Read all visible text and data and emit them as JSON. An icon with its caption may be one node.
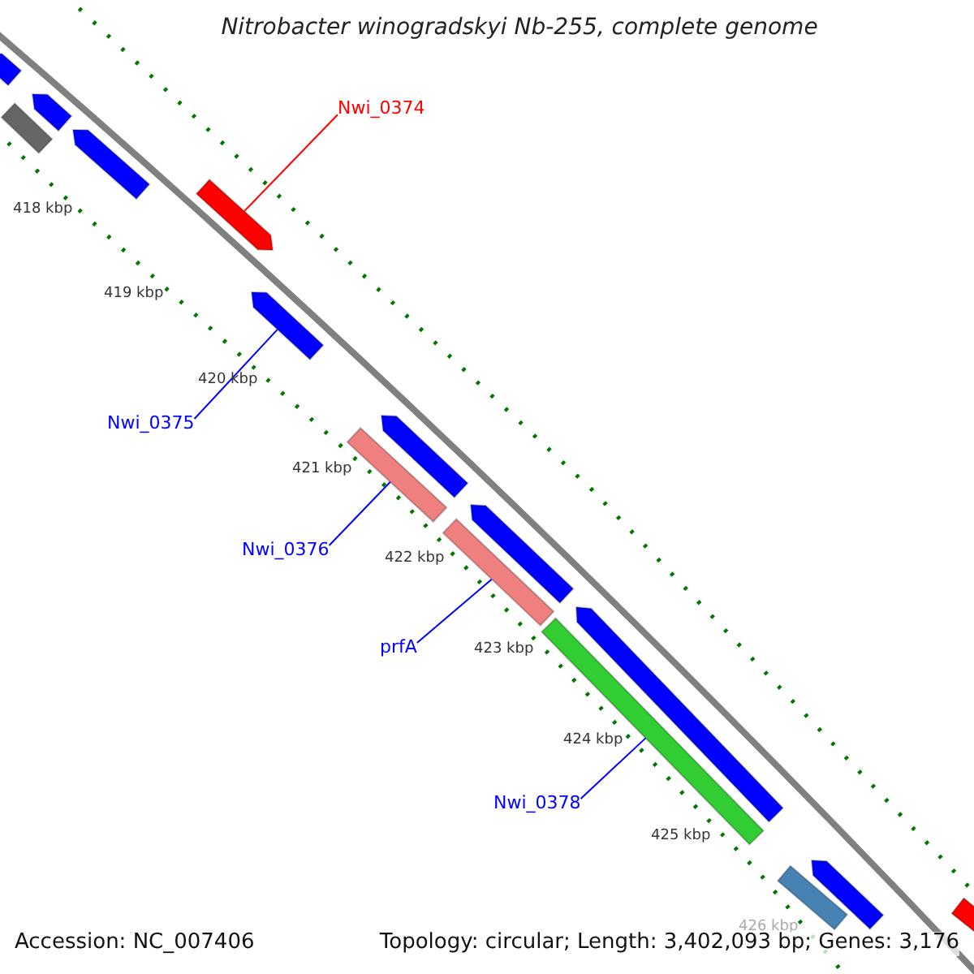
{
  "diagram": {
    "title": "Nitrobacter winogradskyi Nb-255, complete genome",
    "nodes": [
      {
        "text": [
          "Nwi_0374"
        ]
      },
      {
        "text": [],
        "shape": "arrow"
      },
      {
        "text": [
          "Nwi_0375"
        ]
      },
      {
        "text": [],
        "shape": "arrow"
      },
      {
        "text": [
          "Nwi_0376"
        ]
      },
      {
        "text": [],
        "shape": "bar"
      },
      {
        "text": [
          "prfA"
        ]
      },
      {
        "text": [],
        "shape": "bar"
      },
      {
        "text": [
          "Nwi_0378"
        ]
      },
      {
        "text": [],
        "shape": "bar"
      },
      {
        "text": [],
        "shape": "arrow"
      },
      {
        "text": [],
        "shape": "arrow"
      },
      {
        "text": [],
        "shape": "bar"
      },
      {
        "text": [],
        "shape": "arrow"
      },
      {
        "text": [],
        "shape": "arrow"
      },
      {
        "text": [],
        "shape": "arrow"
      },
      {
        "text": [],
        "shape": "arrow"
      },
      {
        "text": [],
        "shape": "bar"
      },
      {
        "text": [],
        "shape": "arrow"
      },
      {
        "text": [],
        "shape": "bar"
      }
    ],
    "edges": [
      {
        "from": 0,
        "to": 1,
        "arrow": "none",
        "color": "#ff0000"
      },
      {
        "from": 2,
        "to": 3,
        "arrow": "none"
      },
      {
        "from": 4,
        "to": 5,
        "arrow": "none"
      },
      {
        "from": 6,
        "to": 7,
        "arrow": "none"
      },
      {
        "from": 8,
        "to": 9,
        "arrow": "none"
      }
    ],
    "labels": [
      "418 kbp",
      "419 kbp",
      "420 kbp",
      "421 kbp",
      "422 kbp",
      "423 kbp",
      "424 kbp",
      "425 kbp",
      "426 kbp",
      "Accession: NC_007406",
      "Topology: circular; Length: 3,402,093 bp; Genes: 3,176"
    ]
  }
}
